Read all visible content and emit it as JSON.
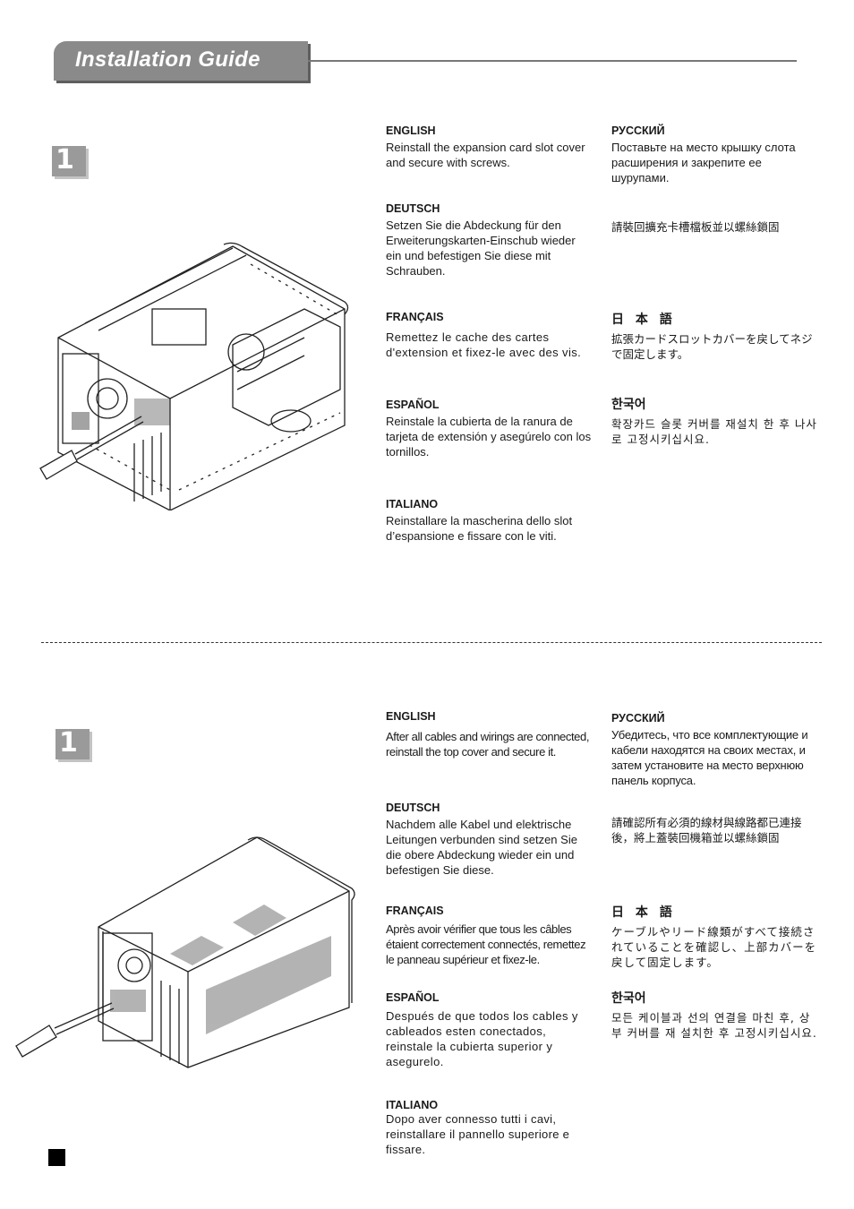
{
  "header": {
    "title": "Installation Guide"
  },
  "steps": [
    {
      "badge": "1",
      "english": {
        "lang": "ENGLISH",
        "text": "Reinstall the expansion card slot cover and secure with screws."
      },
      "russian": {
        "lang": "РУССКИЙ",
        "text": "Поставьте на место крышку слота расширения и закрепите ее шурупами."
      },
      "deutsch": {
        "lang": "DEUTSCH",
        "text": "Setzen Sie die Abdeckung für den Erweiterungskarten-Einschub wieder ein und befestigen Sie diese mit Schrauben."
      },
      "chinese": {
        "text": "請裝回擴充卡槽檔板並以螺絲鎖固"
      },
      "francais": {
        "lang": "FRANÇAIS",
        "text": "Remettez le cache des cartes d'extension et fixez-le avec des vis."
      },
      "japanese": {
        "lang": "日 本 語",
        "text": "拡張カードスロットカバーを戻してネジで固定します。"
      },
      "espanol": {
        "lang": "ESPAÑOL",
        "text": "Reinstale la cubierta de la ranura de tarjeta de extensión y asegúrelo con los tornillos."
      },
      "korean": {
        "lang": "한국어",
        "text": "확장카드 슬롯 커버를 재설치 한 후 나사로 고정시키십시요."
      },
      "italiano": {
        "lang": "ITALIANO",
        "text": "Reinstallare la mascherina dello slot d’espansione e fissare con le viti."
      }
    },
    {
      "badge": "1",
      "english": {
        "lang": "ENGLISH",
        "text": "After all cables and wirings are connected, reinstall the top cover and secure it."
      },
      "russian": {
        "lang": "РУССКИЙ",
        "text": "Убедитесь, что все комплектующие и кабели находятся на своих местах, и затем установите на место верхнюю панель корпуса."
      },
      "deutsch": {
        "lang": "DEUTSCH",
        "text": "Nachdem alle Kabel und elektrische Leitungen verbunden sind setzen Sie die obere Abdeckung wieder ein und befestigen Sie diese."
      },
      "chinese": {
        "text": "請確認所有必須的線材與線路都已連接後，將上蓋裝回機箱並以螺絲鎖固"
      },
      "francais": {
        "lang": "FRANÇAIS",
        "text": "Après avoir vérifier que tous les câbles étaient correctement connectés, remettez le panneau supérieur et fixez-le."
      },
      "japanese": {
        "lang": "日 本 語",
        "text": "ケーブルやリード線類がすべて接続されていることを確認し、上部カバーを戻して固定します。"
      },
      "espanol": {
        "lang": "ESPAÑOL",
        "text": "Después de que todos los cables y cableados esten conectados, reinstale la cubierta superior y asegurelo."
      },
      "korean": {
        "lang": "한국어",
        "text": "모든 케이블과 선의 연결을 마친 후, 상부 커버를 재 설치한 후 고정시키십시요."
      },
      "italiano": {
        "lang": "ITALIANO",
        "text": "Dopo aver connesso tutti i cavi, reinstallare il pannello superiore e fissare."
      }
    }
  ]
}
